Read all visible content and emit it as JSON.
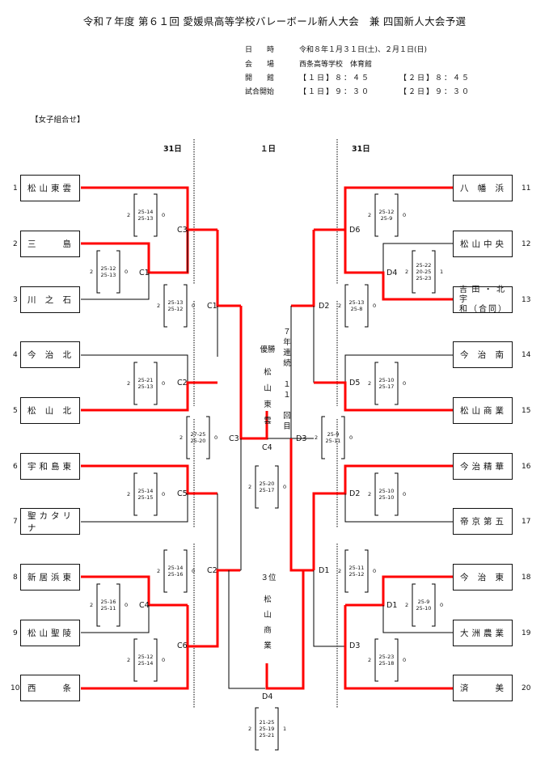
{
  "title": "令和７年度 第６１回 愛媛県高等学校バレーボール新人大会　兼 四国新人大会予選",
  "info": [
    {
      "label": "日　　時",
      "value": "令和８年１月３１日(土)、２月１日(日)",
      "value2": ""
    },
    {
      "label": "会　　場",
      "value": "西条高等学校　体育館",
      "value2": ""
    },
    {
      "label": "開　　館",
      "value": "【１日】８：４５",
      "value2": "【２日】８：４５"
    },
    {
      "label": "試合開始",
      "value": "【１日】９：３０",
      "value2": "【２日】９：３０"
    }
  ],
  "section_label": "【女子組合せ】",
  "day_headers": {
    "left": "31日",
    "center": "１日",
    "right": "31日"
  },
  "teams": [
    {
      "seed": "1",
      "name": "松山東雲"
    },
    {
      "seed": "2",
      "name": "三　島"
    },
    {
      "seed": "3",
      "name": "川之石"
    },
    {
      "seed": "4",
      "name": "今治北"
    },
    {
      "seed": "5",
      "name": "松山北"
    },
    {
      "seed": "6",
      "name": "宇和島東"
    },
    {
      "seed": "7",
      "name": "聖カタリナ"
    },
    {
      "seed": "8",
      "name": "新居浜東"
    },
    {
      "seed": "9",
      "name": "松山聖陵"
    },
    {
      "seed": "10",
      "name": "西　条"
    },
    {
      "seed": "11",
      "name": "八幡浜"
    },
    {
      "seed": "12",
      "name": "松山中央"
    },
    {
      "seed": "13",
      "name": "吉田・北宇和（合同）"
    },
    {
      "seed": "14",
      "name": "今治南"
    },
    {
      "seed": "15",
      "name": "松山商業"
    },
    {
      "seed": "16",
      "name": "今治精華"
    },
    {
      "seed": "17",
      "name": "帝京第五"
    },
    {
      "seed": "18",
      "name": "今治東"
    },
    {
      "seed": "19",
      "name": "大洲農業"
    },
    {
      "seed": "20",
      "name": "済　美"
    }
  ],
  "matches": [
    {
      "id": "l-c1-a",
      "court": "C1",
      "winner_sets": "2",
      "scores": [
        "25-12",
        "25-13"
      ],
      "loser_sets": "0"
    },
    {
      "id": "l-c3-a",
      "court": "C3",
      "winner_sets": "2",
      "scores": [
        "25-14",
        "25-13"
      ],
      "loser_sets": "0"
    },
    {
      "id": "l-c1-b",
      "court": "C1",
      "winner_sets": "2",
      "scores": [
        "25-13",
        "25-12"
      ],
      "loser_sets": "0"
    },
    {
      "id": "l-c2-a",
      "court": "C2",
      "winner_sets": "2",
      "scores": [
        "25-21",
        "25-13"
      ],
      "loser_sets": "0"
    },
    {
      "id": "l-c3-b",
      "court": "C3",
      "winner_sets": "2",
      "scores": [
        "27-25",
        "25-20"
      ],
      "loser_sets": "0"
    },
    {
      "id": "l-c5",
      "court": "C5",
      "winner_sets": "2",
      "scores": [
        "25-14",
        "25-15"
      ],
      "loser_sets": "0"
    },
    {
      "id": "l-c2-b",
      "court": "C2",
      "winner_sets": "2",
      "scores": [
        "25-14",
        "25-16"
      ],
      "loser_sets": "0"
    },
    {
      "id": "l-c4",
      "court": "C4",
      "winner_sets": "2",
      "scores": [
        "25-16",
        "25-11"
      ],
      "loser_sets": "0"
    },
    {
      "id": "l-c6",
      "court": "C6",
      "winner_sets": "2",
      "scores": [
        "25-12",
        "25-14"
      ],
      "loser_sets": "0"
    },
    {
      "id": "r-d6",
      "court": "D6",
      "winner_sets": "2",
      "scores": [
        "25-12",
        "25-9"
      ],
      "loser_sets": "0"
    },
    {
      "id": "r-d4",
      "court": "D4",
      "winner_sets": "2",
      "scores": [
        "25-22",
        "20-25",
        "25-23"
      ],
      "loser_sets": "1"
    },
    {
      "id": "r-d2-a",
      "court": "D2",
      "winner_sets": "2",
      "scores": [
        "25-13",
        "25-8"
      ],
      "loser_sets": "0"
    },
    {
      "id": "r-d5",
      "court": "D5",
      "winner_sets": "2",
      "scores": [
        "25-10",
        "25-17"
      ],
      "loser_sets": "0"
    },
    {
      "id": "r-d3-a",
      "court": "D3",
      "winner_sets": "2",
      "scores": [
        "25-9",
        "25-11"
      ],
      "loser_sets": "0"
    },
    {
      "id": "r-d2-b",
      "court": "D2",
      "winner_sets": "2",
      "scores": [
        "25-10",
        "25-10"
      ],
      "loser_sets": "0"
    },
    {
      "id": "r-d1-a",
      "court": "D1",
      "winner_sets": "2",
      "scores": [
        "25-11",
        "25-12"
      ],
      "loser_sets": "0"
    },
    {
      "id": "r-d1-b",
      "court": "D1",
      "winner_sets": "2",
      "scores": [
        "25-9",
        "25-10"
      ],
      "loser_sets": "0"
    },
    {
      "id": "r-d3-b",
      "court": "D3",
      "winner_sets": "2",
      "scores": [
        "25-23",
        "25-18"
      ],
      "loser_sets": "0"
    },
    {
      "id": "final",
      "court": "C4",
      "winner_sets": "2",
      "scores": [
        "25-20",
        "25-17"
      ],
      "loser_sets": "0"
    },
    {
      "id": "third",
      "court": "D4",
      "winner_sets": "2",
      "scores": [
        "21-25",
        "25-19",
        "25-21"
      ],
      "loser_sets": "1"
    }
  ],
  "extra_court_labels": {
    "c3_final_left": "C3",
    "d3_final_right": "D3"
  },
  "champion": {
    "label": "優勝",
    "name": "松山東雲",
    "note": "７年連続１１回目"
  },
  "third_place": {
    "label": "３位",
    "name": "松山商業"
  },
  "colors": {
    "winner_line": "#ff0000",
    "line": "#000000"
  }
}
